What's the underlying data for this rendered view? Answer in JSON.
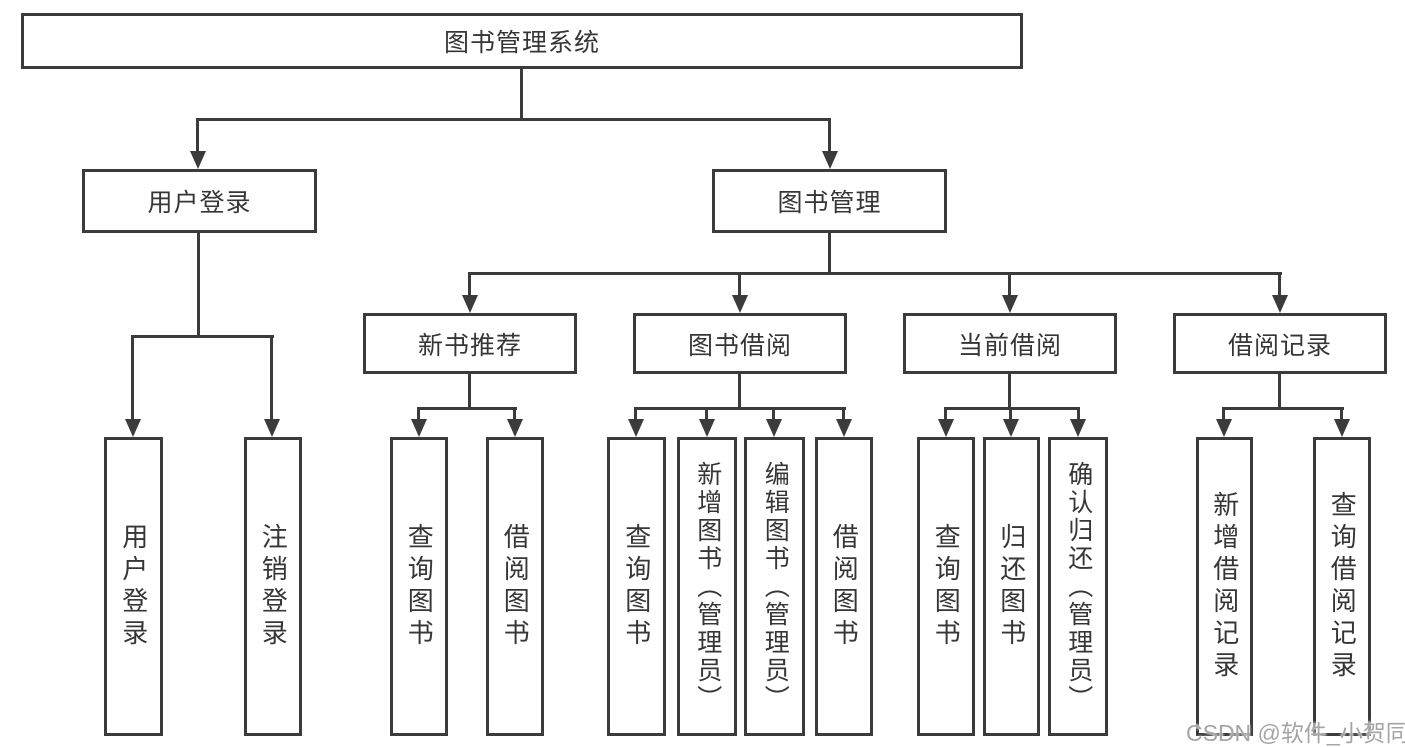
{
  "nodes": {
    "root": {
      "label": "图书管理系统"
    },
    "level2": [
      {
        "label": "用户登录"
      },
      {
        "label": "图书管理"
      }
    ],
    "level3": [
      {
        "label": "新书推荐"
      },
      {
        "label": "图书借阅"
      },
      {
        "label": "当前借阅"
      },
      {
        "label": "借阅记录"
      }
    ],
    "leaves": {
      "user_login": [
        "用户登录",
        "注销登录"
      ],
      "recommend": [
        "查询图书",
        "借阅图书"
      ],
      "borrow": [
        "查询图书",
        "新增图书（管理员）",
        "编辑图书（管理员）",
        "借阅图书"
      ],
      "current": [
        "查询图书",
        "归还图书",
        "确认归还（管理员）"
      ],
      "records": [
        "新增借阅记录",
        "查询借阅记录"
      ]
    }
  },
  "watermark": {
    "text": "CSDN @软件_小贺同学"
  },
  "colors": {
    "line": "#3b3b3b",
    "text": "#363636",
    "box_background": "#ffffff",
    "page_background": "#ffffff",
    "watermark": "#a5a5a8"
  }
}
